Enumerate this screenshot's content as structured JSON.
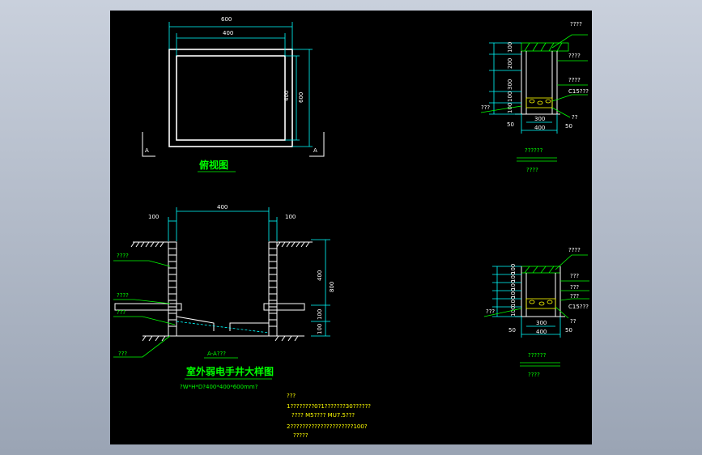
{
  "plan": {
    "dim_outer": "600",
    "dim_inner": "400",
    "dim_side_inner": "400",
    "dim_side_outer": "600",
    "section_mark": "A",
    "title": "俯视图"
  },
  "section": {
    "dim_top": "400",
    "dim_left": "100",
    "dim_right": "100",
    "dim_upper": "400",
    "dim_lower_a": "100",
    "dim_lower_b": "100",
    "dim_total": "800",
    "label_1": "????",
    "label_2": "????",
    "label_3": "???",
    "label_4": "???",
    "caption": "A-A???",
    "title": "室外弱电手井大样图",
    "subtitle": "?W*H*D?400*400*600mm?"
  },
  "notes": {
    "heading": "???",
    "line1": "1????????0?1???????30??????",
    "line2": "???? M5???? MU7.5???",
    "line3": "2?????????????????????100?",
    "line4": "?????"
  },
  "detail_top": {
    "dims_v": [
      "100",
      "200",
      "300",
      "100",
      "100"
    ],
    "labels": [
      "????",
      "????",
      "????",
      "C15???",
      "??"
    ],
    "left_label": "???",
    "dim_inner": "300",
    "dim_outer": "400",
    "dim_left": "50",
    "dim_right": "50",
    "title": "??????",
    "subtitle": "????"
  },
  "detail_bottom": {
    "dims_v": [
      "100",
      "100",
      "100",
      "100",
      "100",
      "100"
    ],
    "labels": [
      "????",
      "???",
      "???",
      "???",
      "C15???",
      "??"
    ],
    "left_label": "???",
    "dim_inner": "300",
    "dim_outer": "400",
    "dim_left": "50",
    "dim_right": "50",
    "title": "??????",
    "subtitle": "????"
  }
}
